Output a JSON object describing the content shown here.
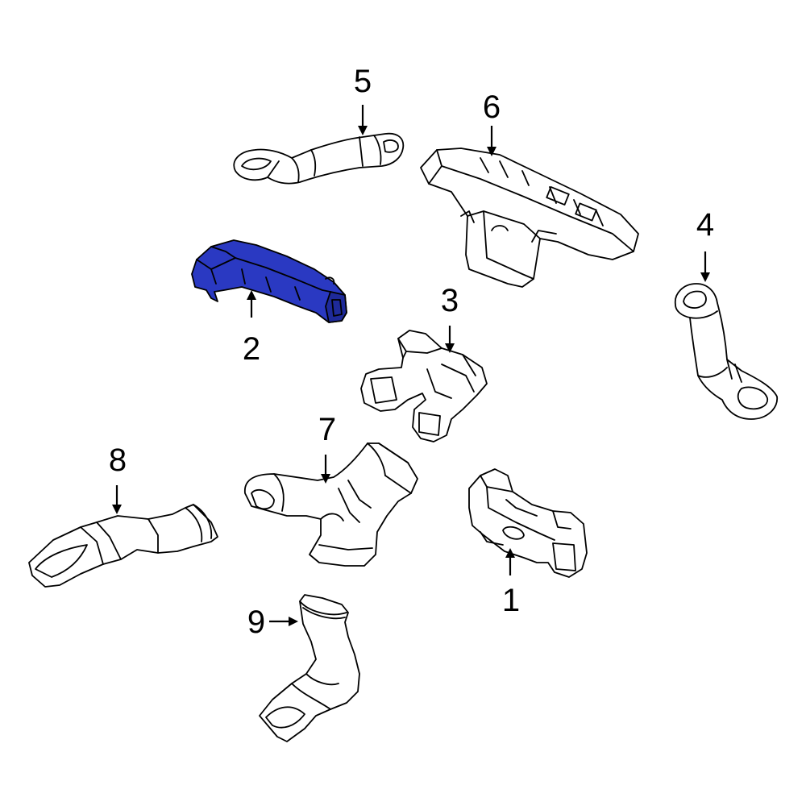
{
  "colors": {
    "highlight": "#2a39c2",
    "outline": "#000000",
    "background": "#ffffff"
  },
  "callouts": [
    {
      "id": "1",
      "label": "1"
    },
    {
      "id": "2",
      "label": "2"
    },
    {
      "id": "3",
      "label": "3"
    },
    {
      "id": "4",
      "label": "4"
    },
    {
      "id": "5",
      "label": "5"
    },
    {
      "id": "6",
      "label": "6"
    },
    {
      "id": "7",
      "label": "7"
    },
    {
      "id": "8",
      "label": "8"
    },
    {
      "id": "9",
      "label": "9"
    }
  ],
  "highlighted_part": "2"
}
